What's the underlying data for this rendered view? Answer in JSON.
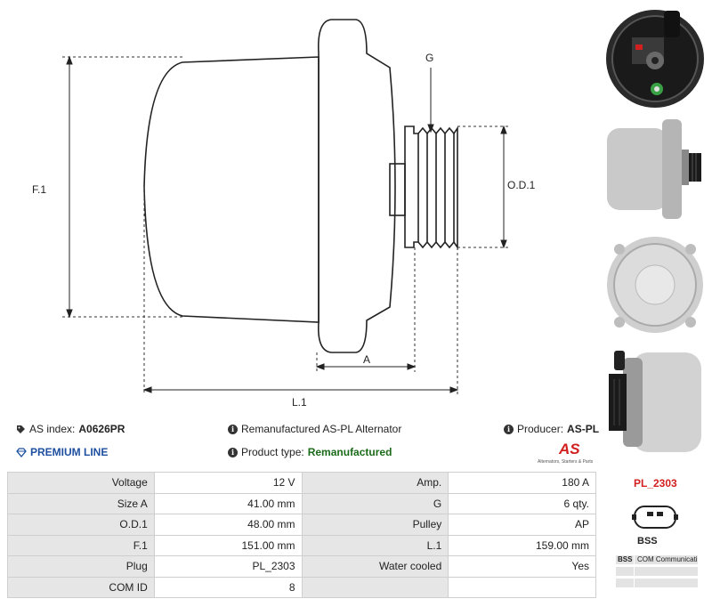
{
  "drawing": {
    "labels": {
      "g": "G",
      "od1": "O.D.1",
      "f1": "F.1",
      "a": "A",
      "l1": "L.1"
    }
  },
  "info": {
    "as_index_label": "AS index:",
    "as_index_value": "A0626PR",
    "premium_line": "PREMIUM LINE",
    "description": "Remanufactured AS-PL Alternator",
    "product_type_label": "Product type:",
    "product_type_value": "Remanufactured",
    "producer_label": "Producer:",
    "producer_value": "AS-PL"
  },
  "logo": {
    "mark": "AS",
    "tagline": "Alternators, Starters & Parts",
    "color": "#d21f1f"
  },
  "specs": [
    {
      "l1": "Voltage",
      "v1": "12 V",
      "l2": "Amp.",
      "v2": "180 A"
    },
    {
      "l1": "Size A",
      "v1": "41.00 mm",
      "l2": "G",
      "v2": "6 qty."
    },
    {
      "l1": "O.D.1",
      "v1": "48.00 mm",
      "l2": "Pulley",
      "v2": "AP"
    },
    {
      "l1": "F.1",
      "v1": "151.00 mm",
      "l2": "L.1",
      "v2": "159.00 mm"
    },
    {
      "l1": "Plug",
      "v1": "PL_2303",
      "l2": "Water cooled",
      "v2": "Yes"
    },
    {
      "l1": "COM ID",
      "v1": "8",
      "l2": "",
      "v2": ""
    }
  ],
  "plug": {
    "code": "PL_2303",
    "name": "BSS",
    "table": [
      {
        "k": "BSS",
        "v": "COM Communication"
      },
      {
        "k": "",
        "v": ""
      },
      {
        "k": "",
        "v": ""
      }
    ]
  },
  "colors": {
    "accent_red": "#d21f1f",
    "premium_blue": "#1e4fa0",
    "product_green": "#1b6b1b",
    "label_bg": "#e6e6e6"
  }
}
